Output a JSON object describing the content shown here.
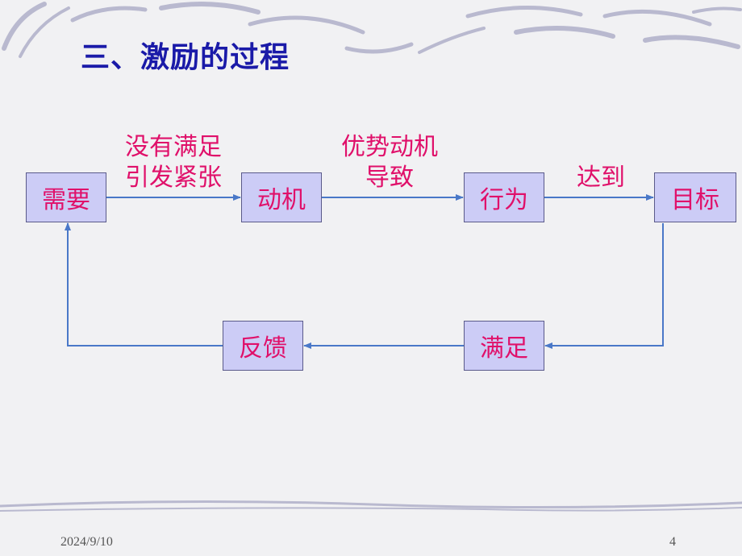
{
  "slide": {
    "title": "三、激励的过程",
    "date": "2024/9/10",
    "page_number": "4"
  },
  "diagram": {
    "nodes": {
      "need": "需要",
      "motive": "动机",
      "behavior": "行为",
      "goal": "目标",
      "satisfaction": "满足",
      "feedback": "反馈"
    },
    "edge_labels": {
      "need_to_motive": [
        "没有满足",
        "引发紧张"
      ],
      "motive_to_behavior": [
        "优势动机",
        "导致"
      ],
      "behavior_to_goal": "达到"
    }
  },
  "colors": {
    "title": "#1a1aa8",
    "node_text": "#e0106a",
    "node_fill": "#ccccf6",
    "arrow": "#4a78c8"
  }
}
